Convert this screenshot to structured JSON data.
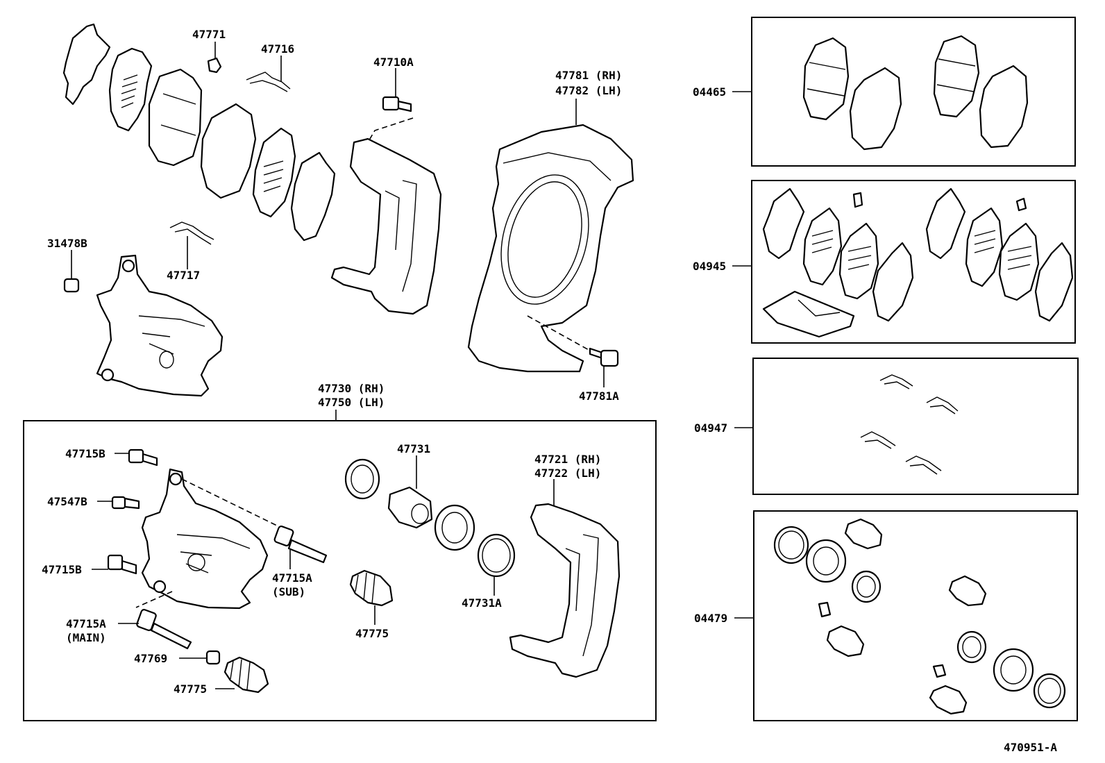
{
  "labels": {
    "p47771": "47771",
    "p47716": "47716",
    "p47710a": "47710A",
    "p47781_rh": "47781 (RH)",
    "p47782_lh": "47782 (LH)",
    "p31478b": "31478B",
    "p47717": "47717",
    "p47781a": "47781A",
    "p47730_rh": "47730 (RH)",
    "p47750_lh": "47750 (LH)",
    "p47715b_top": "47715B",
    "p47547b": "47547B",
    "p47715b_mid": "47715B",
    "p47715a_sub": "47715A",
    "sub": "(SUB)",
    "p47715a_main": "47715A",
    "main": "(MAIN)",
    "p47769": "47769",
    "p47775_left": "47775",
    "p47731": "47731",
    "p47775_mid": "47775",
    "p47731a": "47731A",
    "p47721_rh": "47721 (RH)",
    "p47722_lh": "47722 (LH)",
    "p04465": "04465",
    "p04945": "04945",
    "p04947": "04947",
    "p04479": "04479",
    "diagram_id": "470951-A"
  }
}
